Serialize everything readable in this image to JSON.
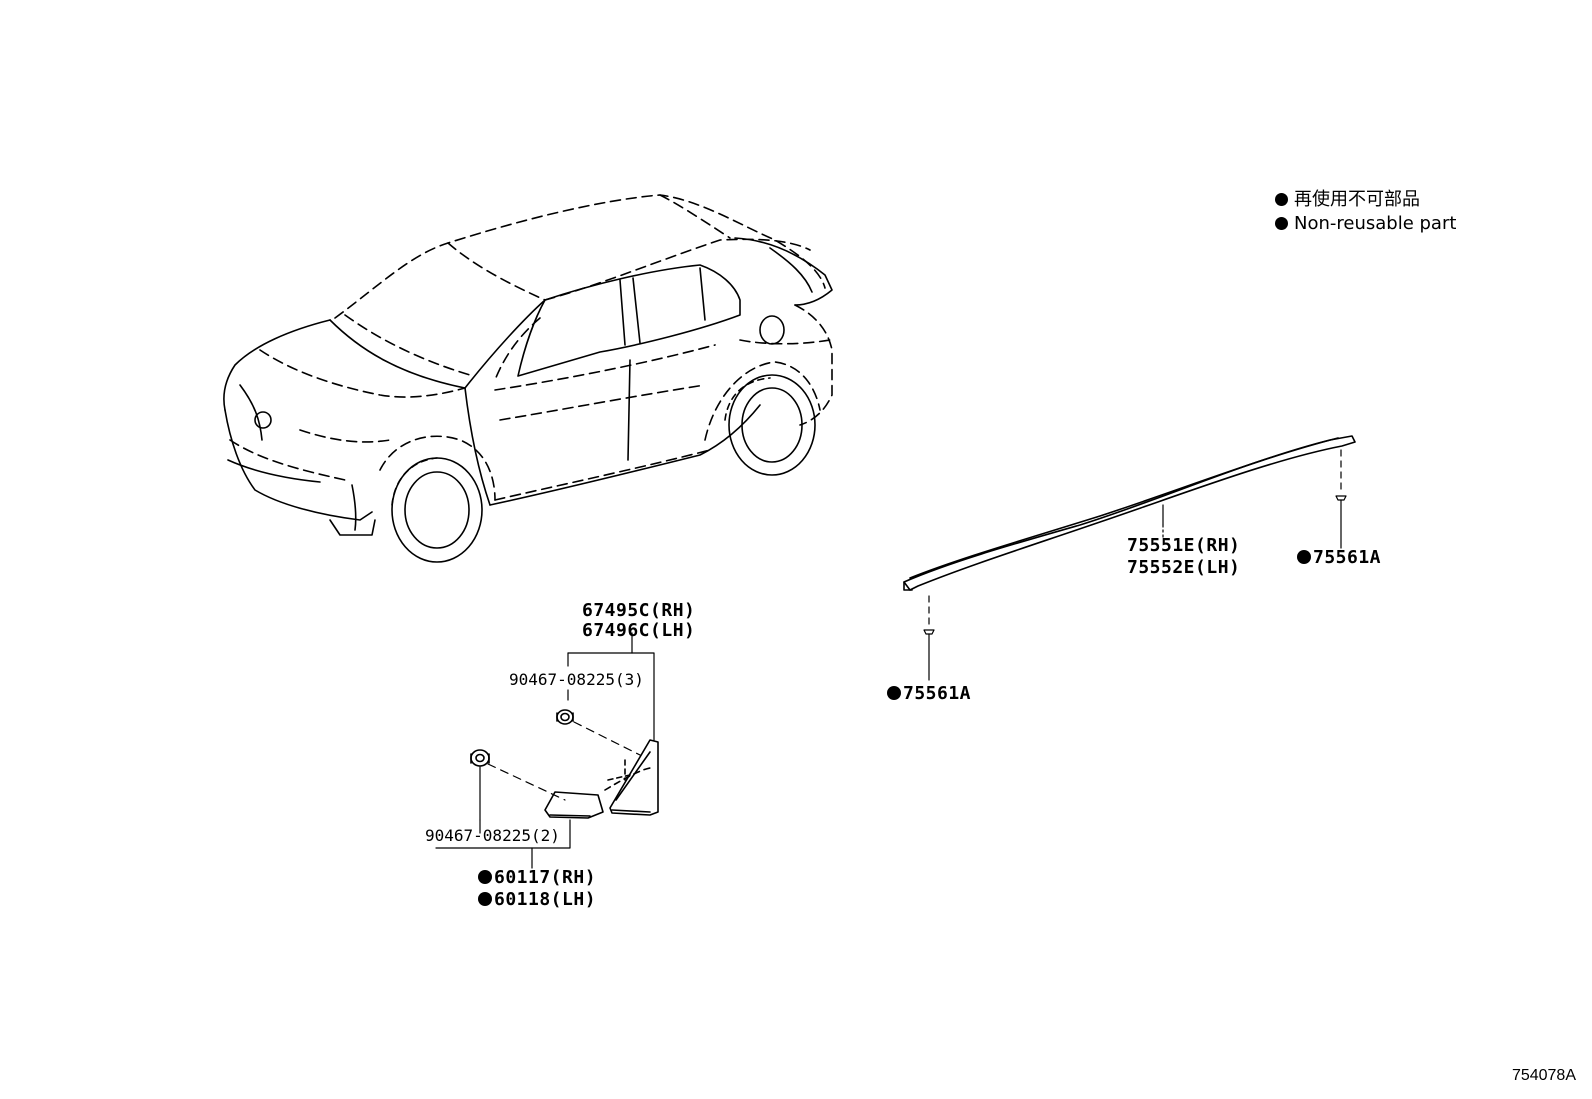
{
  "legend": {
    "japanese": "再使用不可部品",
    "english": "Non-reusable part"
  },
  "parts": {
    "molding_rh": "75551E(RH)",
    "molding_lh": "75552E(LH)",
    "clip_right": "75561A",
    "clip_left": "75561A",
    "cover_rh": "67495C(RH)",
    "cover_lh": "67496C(LH)",
    "nut_upper": "90467-08225(3)",
    "nut_lower": "90467-08225(2)",
    "garnish_rh": "60117(RH)",
    "garnish_lh": "60118(LH)"
  },
  "diagram_ref": "754078A"
}
